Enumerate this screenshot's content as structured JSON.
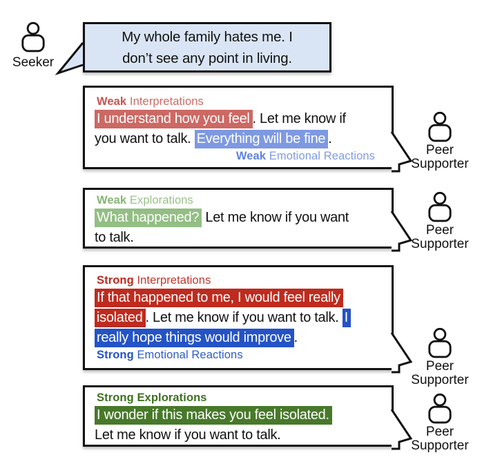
{
  "figure": {
    "description_label": "empathy-feedback-dialogue-figure"
  },
  "colors": {
    "outline": "#111111",
    "seeker_bubble_bg": "#D9E5F4",
    "weak_interpretations": "#CC6964",
    "weak_emotional_reactions": "#7E99E2",
    "weak_explorations": "#93BE84",
    "strong_interpretations": "#BF2B1E",
    "strong_emotional_reactions": "#2453C6",
    "strong_explorations": "#48792A"
  },
  "seeker": {
    "name": "Seeker",
    "icon": "person-icon",
    "message_lines": [
      "My whole family hates me. I",
      "don’t see any point in living."
    ]
  },
  "supporter_label_lines": [
    "Peer",
    "Supporter"
  ],
  "bubbles": [
    {
      "top_label": {
        "bold": "Weak",
        "rest": "Interpretations",
        "theme": "weak-red",
        "align": "left"
      },
      "bottom_label": {
        "bold": "Weak",
        "rest": "Emotional Reactions",
        "theme": "weak-blue",
        "align": "right"
      },
      "lines": [
        [
          {
            "t": "I understand how you feel",
            "h": "weak-red"
          },
          {
            "t": ". Let me know if"
          }
        ],
        [
          {
            "t": "you want to talk. "
          },
          {
            "t": "Everything will be fine",
            "h": "weak-blue"
          },
          {
            "t": "."
          }
        ]
      ]
    },
    {
      "top_label": {
        "bold": "Weak",
        "rest": "Explorations",
        "theme": "weak-green",
        "align": "left"
      },
      "bottom_label": null,
      "lines": [
        [
          {
            "t": "What happened?",
            "h": "weak-green"
          },
          {
            "t": " Let me know if you want"
          }
        ],
        [
          {
            "t": "to talk."
          }
        ]
      ]
    },
    {
      "top_label": {
        "bold": "Strong",
        "rest": "Interpretations",
        "theme": "strong-red",
        "align": "left"
      },
      "bottom_label": {
        "bold": "Strong",
        "rest": "Emotional Reactions",
        "theme": "strong-blue",
        "align": "left"
      },
      "lines": [
        [
          {
            "t": "If that happened to me, I would feel really",
            "h": "strong-red"
          }
        ],
        [
          {
            "t": "isolated",
            "h": "strong-red"
          },
          {
            "t": ". Let me know if you want to talk. "
          },
          {
            "t": "I",
            "h": "strong-blue"
          }
        ],
        [
          {
            "t": "really hope things would improve",
            "h": "strong-blue"
          },
          {
            "t": "."
          }
        ]
      ]
    },
    {
      "top_label": {
        "bold": "Strong",
        "rest": "Explorations",
        "theme": "strong-green",
        "align": "left"
      },
      "bottom_label": null,
      "lines": [
        [
          {
            "t": "I wonder if this makes you feel isolated.",
            "h": "strong-green"
          }
        ],
        [
          {
            "t": "Let me know if you want to talk."
          }
        ]
      ]
    }
  ]
}
